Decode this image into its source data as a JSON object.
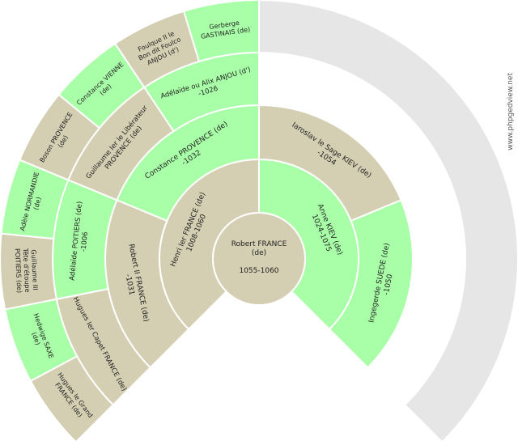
{
  "watermark": "www.phpgedview.net",
  "colors": {
    "green": "#a8ffa8",
    "tan": "#d4cfb2",
    "grey": "#e6e6e6",
    "stroke": "#ffffff"
  },
  "center": {
    "line1": "Robert FRANCE",
    "line2": "(de)",
    "line3": "1055-1060",
    "color": "tan"
  },
  "generations": [
    {
      "ring": 1,
      "people": [
        {
          "id": "p2",
          "lines": [
            "Henri Ier FRANCE (de)",
            "1008-1060"
          ],
          "color": "tan"
        },
        {
          "id": "p3",
          "lines": [
            "Anne KIEV (de)",
            "1024-1075"
          ],
          "color": "green"
        }
      ]
    },
    {
      "ring": 2,
      "people": [
        {
          "id": "p4",
          "lines": [
            "Robert II FRANCE (de)",
            "-1031"
          ],
          "color": "tan"
        },
        {
          "id": "p5",
          "lines": [
            "Constance PROVENCE (de)",
            "-1032"
          ],
          "color": "green"
        },
        {
          "id": "p6",
          "lines": [
            "Iaroslav le Sage KIEV (de)",
            "-1054"
          ],
          "color": "tan"
        },
        {
          "id": "p7",
          "lines": [
            "Ingegerde SUEDE (de)",
            "-1050"
          ],
          "color": "green"
        }
      ]
    },
    {
      "ring": 3,
      "people": [
        {
          "id": "p8",
          "lines": [
            "Hugues Ier Capet FRANCE (de)"
          ],
          "color": "tan"
        },
        {
          "id": "p9",
          "lines": [
            "Adélaïde POITIERS (de)",
            "-1006"
          ],
          "color": "green"
        },
        {
          "id": "p10",
          "lines": [
            "Guillaume Ier le Libérateur",
            "PROVENCE (de)"
          ],
          "color": "tan"
        },
        {
          "id": "p11",
          "lines": [
            "Adélaïde ou Alix ANJOU (d')",
            "-1026"
          ],
          "color": "green"
        }
      ]
    },
    {
      "ring": 4,
      "people": [
        {
          "id": "p16",
          "lines": [
            "Hugues le Grand",
            "FRANCE (de)"
          ],
          "color": "tan"
        },
        {
          "id": "p17",
          "lines": [
            "Hedwige SAXE",
            "(de)"
          ],
          "color": "green"
        },
        {
          "id": "p18",
          "lines": [
            "Guillaume III",
            "Tête d'étoupe",
            "POITIERS (de)"
          ],
          "color": "tan"
        },
        {
          "id": "p19",
          "lines": [
            "Adèle NORMANDIE",
            "(de)"
          ],
          "color": "green"
        },
        {
          "id": "p20",
          "lines": [
            "Boson PROVENCE",
            "(de)"
          ],
          "color": "tan"
        },
        {
          "id": "p21",
          "lines": [
            "Constance VIENNE",
            "(de)"
          ],
          "color": "green"
        },
        {
          "id": "p22",
          "lines": [
            "Foulque II le",
            "Bon dit Foulco",
            "ANJOU (d')"
          ],
          "color": "tan"
        },
        {
          "id": "p23",
          "lines": [
            "Gerberge",
            "GASTINAIS (de)"
          ],
          "color": "green"
        }
      ]
    }
  ]
}
